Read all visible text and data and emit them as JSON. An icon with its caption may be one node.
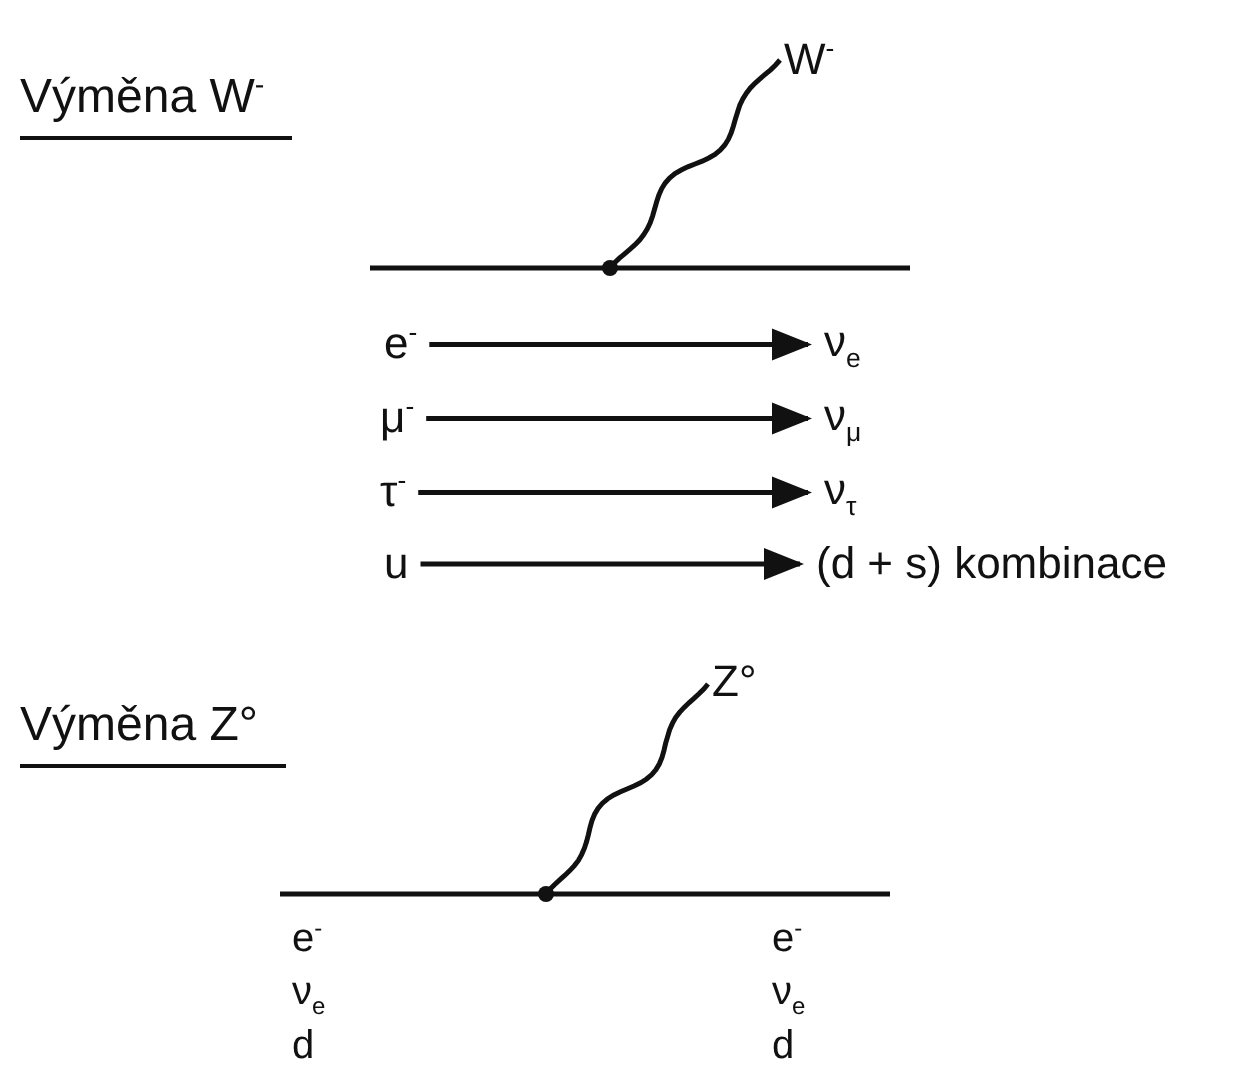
{
  "diagram": {
    "nodes": [
      {
        "text": [],
        "shape": "circle"
      },
      {
        "text": [
          "W$^{-}$"
        ]
      },
      {
        "text": [
          "e$^{-}$"
        ]
      },
      {
        "text": [
          "ν$_{e}$"
        ]
      },
      {
        "text": [
          "μ$^{-}$"
        ]
      },
      {
        "text": [
          "ν$_{μ}$"
        ]
      },
      {
        "text": [
          "τ$^{-}$"
        ]
      },
      {
        "text": [
          "ν$_{τ}$"
        ]
      },
      {
        "text": [
          "u"
        ]
      },
      {
        "text": [
          "(d + s) kombinace"
        ]
      },
      {
        "text": [],
        "shape": "circle"
      },
      {
        "text": [
          "Z°"
        ]
      }
    ],
    "edges": [
      {
        "from": 0,
        "to": 1,
        "arrow": "none"
      },
      {
        "from": 2,
        "to": 3,
        "arrow": "to"
      },
      {
        "from": 4,
        "to": 5,
        "arrow": "to"
      },
      {
        "from": 6,
        "to": 7,
        "arrow": "to"
      },
      {
        "from": 8,
        "to": 9,
        "arrow": "to"
      },
      {
        "from": 10,
        "to": 11,
        "arrow": "none"
      }
    ],
    "labels": [
      "Výměna W$^{-}$",
      "Výměna Z°",
      "e$^{-}$",
      "e$^{-}$",
      "ν$_{e}$",
      "ν$_{e}$",
      "d",
      "d"
    ]
  }
}
